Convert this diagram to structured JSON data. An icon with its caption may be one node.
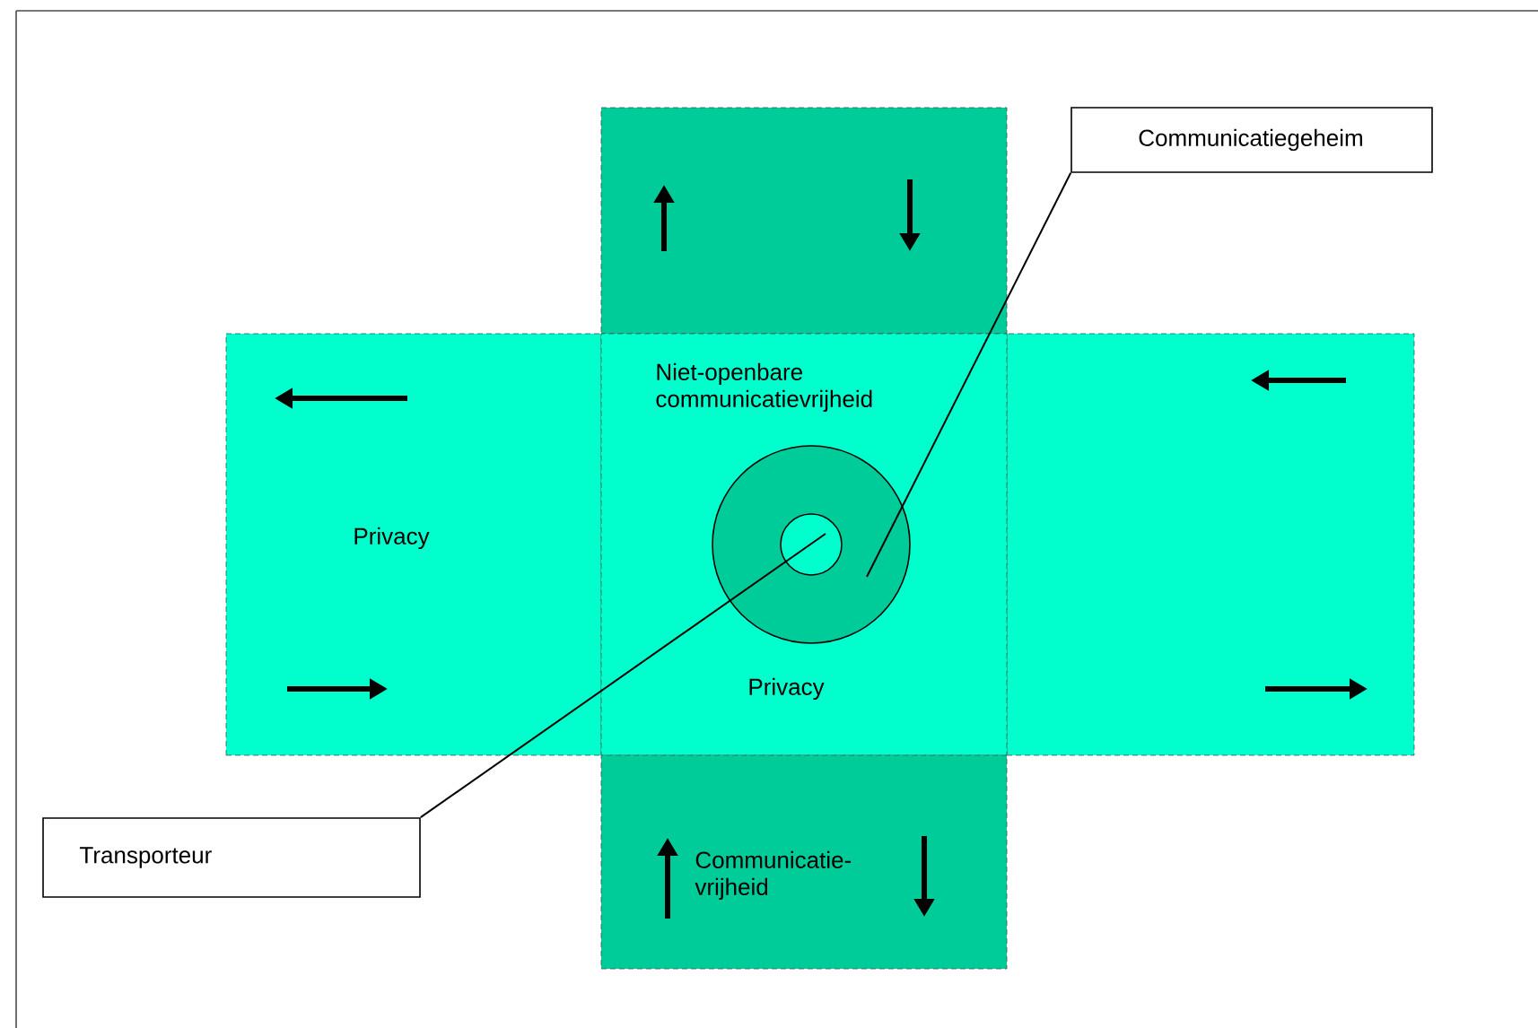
{
  "diagram": {
    "nodes": [
      {
        "text": [
          "Privacy"
        ]
      },
      {
        "text": [],
        "shape": "box"
      },
      {
        "text": [],
        "shape": "box"
      },
      {
        "text": [
          "Niet-openbare communicatievrijheid",
          "Privacy"
        ]
      },
      {
        "text": [
          "Communicatie- vrijheid"
        ]
      },
      {
        "text": [],
        "shape": "circle",
        "in": 3
      },
      {
        "text": [],
        "shape": "circle",
        "in": 5
      },
      {
        "text": [
          "Communicatiegeheim"
        ]
      },
      {
        "text": [
          "Transporteur"
        ]
      }
    ],
    "edges": [
      {
        "from": 7,
        "to": 5,
        "arrow": "none"
      },
      {
        "from": 8,
        "to": 6,
        "arrow": "none"
      }
    ]
  }
}
